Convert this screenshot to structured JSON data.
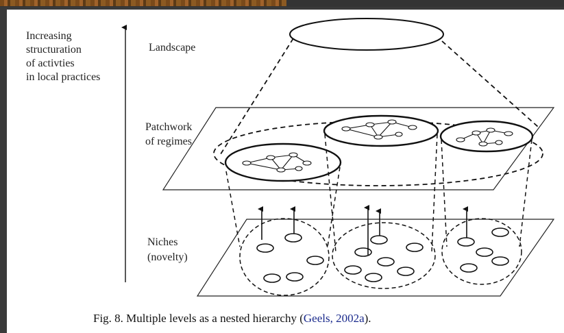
{
  "axis_label": [
    "Increasing",
    "structuration",
    "of activties",
    "in local practices"
  ],
  "levels": {
    "landscape": "Landscape",
    "regimes": [
      "Patchwork",
      "of regimes"
    ],
    "niches": [
      "Niches",
      "(novelty)"
    ]
  },
  "caption": {
    "text": "Fig. 8. Multiple levels as a nested hierarchy (",
    "citation": "Geels, 2002a",
    "end": ")."
  }
}
